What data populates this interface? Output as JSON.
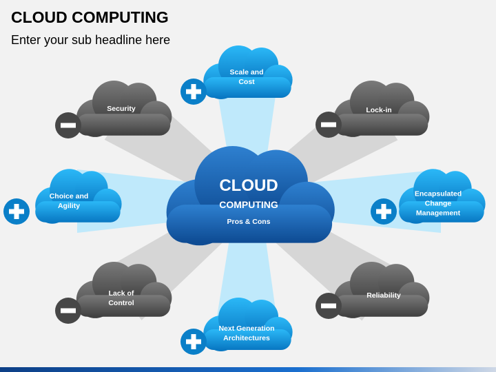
{
  "header": {
    "title": "CLOUD COMPUTING",
    "subtitle": "Enter your sub headline here"
  },
  "center": {
    "title": "CLOUD",
    "subtitle": "COMPUTING",
    "note": "Pros & Cons"
  },
  "nodes": [
    {
      "label": "Scale and\nCost",
      "sign": "plus",
      "color": "blue"
    },
    {
      "label": "Security",
      "sign": "minus",
      "color": "gray"
    },
    {
      "label": "Lock-in",
      "sign": "minus",
      "color": "gray"
    },
    {
      "label": "Choice and\nAgility",
      "sign": "plus",
      "color": "blue"
    },
    {
      "label": "Encapsulated\nChange\nManagement",
      "sign": "plus",
      "color": "blue"
    },
    {
      "label": "Lack of\nControl",
      "sign": "minus",
      "color": "gray"
    },
    {
      "label": "Reliability",
      "sign": "minus",
      "color": "gray"
    },
    {
      "label": "Next Generation\nArchitectures",
      "sign": "plus",
      "color": "blue"
    }
  ],
  "colors": {
    "blue_light": "#1ea6f0",
    "blue_dark": "#0a7fc8",
    "center_light": "#2a78c8",
    "center_dark": "#104f98",
    "gray_light": "#6e6e6e",
    "gray_dark": "#474747",
    "beam_blue": "#bfe9fb",
    "beam_gray": "#d6d6d6"
  }
}
